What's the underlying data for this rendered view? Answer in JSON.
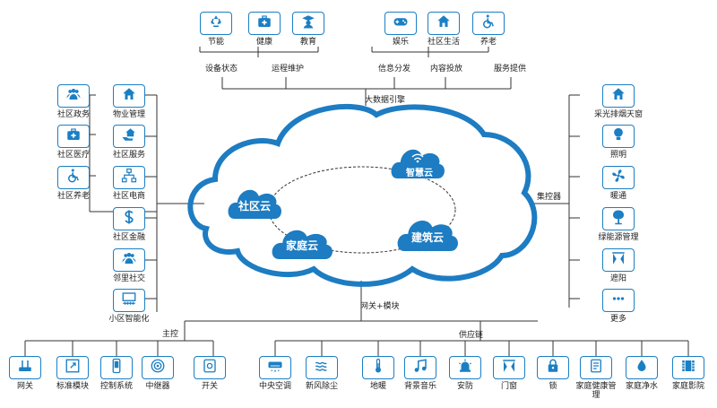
{
  "top": {
    "group1": [
      "节能",
      "健康",
      "教育"
    ],
    "group2": [
      "娱乐",
      "社区生活",
      "养老"
    ],
    "services": [
      "设备状态",
      "运程维护",
      "信息分发",
      "内容投放",
      "服务提供"
    ]
  },
  "center": {
    "engine_label": "大数据引擎",
    "clouds": [
      "智慧云",
      "社区云",
      "建筑云",
      "家庭云"
    ],
    "gateway_label": "网关+模块",
    "left_junction": "主控",
    "right_junction": "供应链",
    "controller_label": "集控器"
  },
  "left": {
    "col1": [
      "社区政务",
      "社区医疗",
      "社区养老"
    ],
    "col2": [
      "物业管理",
      "社区服务",
      "社区电商",
      "社区金融",
      "邻里社交",
      "小区智能化"
    ]
  },
  "right": {
    "items": [
      "采光排烟天窗",
      "照明",
      "暖通",
      "绿能源管理",
      "遮阳",
      "更多"
    ]
  },
  "bottom": {
    "left_items": [
      "网关",
      "标准模块",
      "控制系统",
      "中继器",
      "开关"
    ],
    "right_items": [
      "中央空调",
      "新风除尘",
      "地暖",
      "背景音乐",
      "安防",
      "门窗",
      "锁",
      "家庭健康管理",
      "家庭净水",
      "家庭影院"
    ]
  },
  "colors": {
    "accent": "#1b7fc4",
    "cloud": "#1d7cc2",
    "line": "#333333"
  },
  "icons": {
    "top_group1": [
      "recycle-icon",
      "first-aid-kit-icon",
      "graduate-icon"
    ],
    "top_group2": [
      "gamepad-icon",
      "house-icon",
      "wheelchair-icon"
    ],
    "left_col1": [
      "people-icon",
      "first-aid-kit-icon",
      "wheelchair-icon"
    ],
    "left_col2": [
      "house-icon",
      "hand-house-icon",
      "network-icon",
      "dollar-icon",
      "people-icon",
      "building-icon"
    ],
    "right": [
      "house-icon",
      "bulb-icon",
      "fan-icon",
      "tree-icon",
      "curtain-icon",
      "dots-icon"
    ],
    "bottom_left": [
      "router-icon",
      "module-icon",
      "phone-icon",
      "repeater-icon",
      "switch-icon"
    ],
    "bottom_right": [
      "aircon-icon",
      "wind-icon",
      "thermometer-icon",
      "music-icon",
      "alarm-icon",
      "curtain-icon",
      "lock-icon",
      "health-icon",
      "water-icon",
      "film-icon"
    ]
  }
}
